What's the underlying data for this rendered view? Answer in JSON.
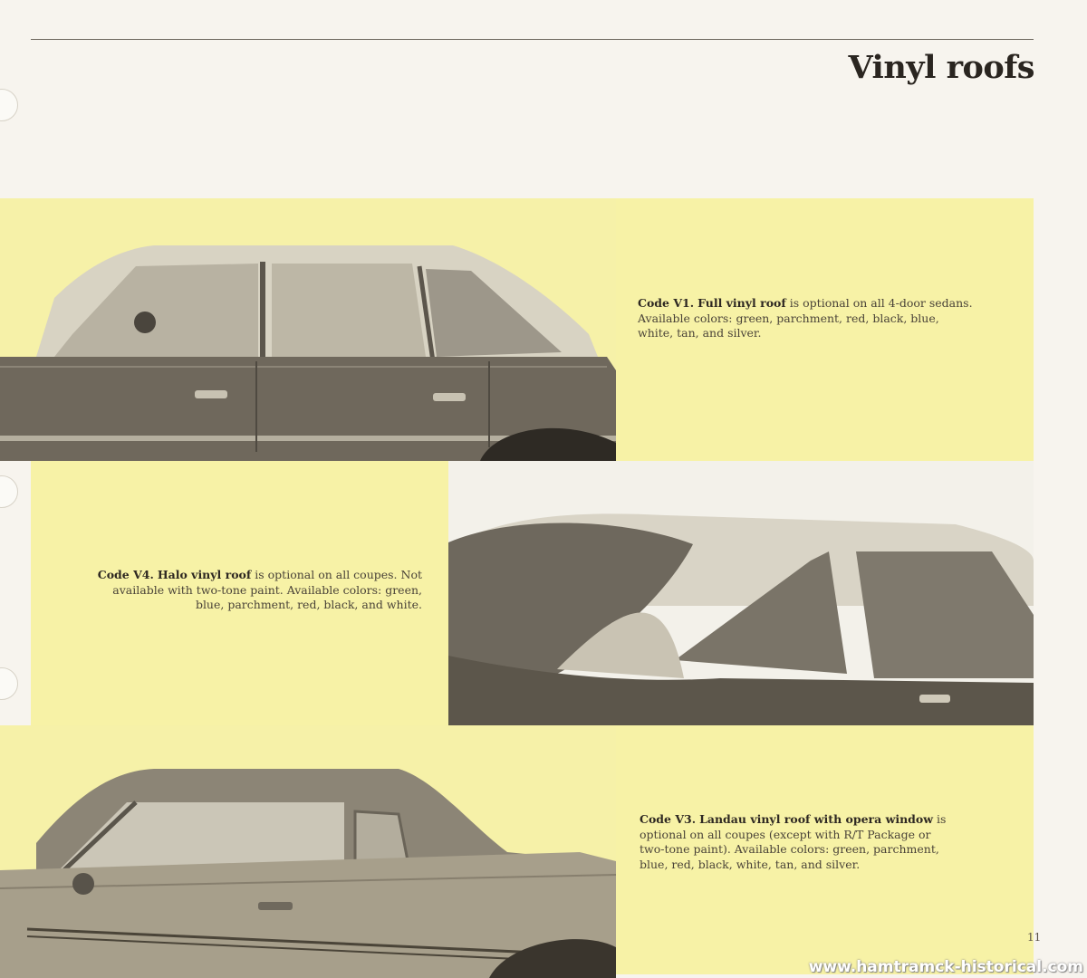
{
  "page": {
    "title": "Vinyl roofs",
    "page_number": "11",
    "watermark": "www.hamtramck-historical.com"
  },
  "sections": [
    {
      "code": "Code V1.",
      "name": "Full vinyl roof",
      "text": "is optional on all 4-door sedans. Available colors: green, parchment, red, black, blue, white, tan, and silver."
    },
    {
      "code": "Code V4.",
      "name": "Halo vinyl roof",
      "text": "is optional on all coupes. Not available with two-tone paint. Available colors: green, blue, parchment, red, black, and white."
    },
    {
      "code": "Code V3.",
      "name": "Landau vinyl roof with opera window",
      "text": "is optional on all coupes (except with R/T Package or two-tone paint). Available colors: green, parchment, blue, red, black, white, tan, and silver."
    }
  ],
  "colors": {
    "panel_yellow": "#f7f2a6",
    "paper": "#f7f4ee",
    "car_body_dark": "#6f685c",
    "vinyl_roof_light": "#d9d4c6"
  }
}
